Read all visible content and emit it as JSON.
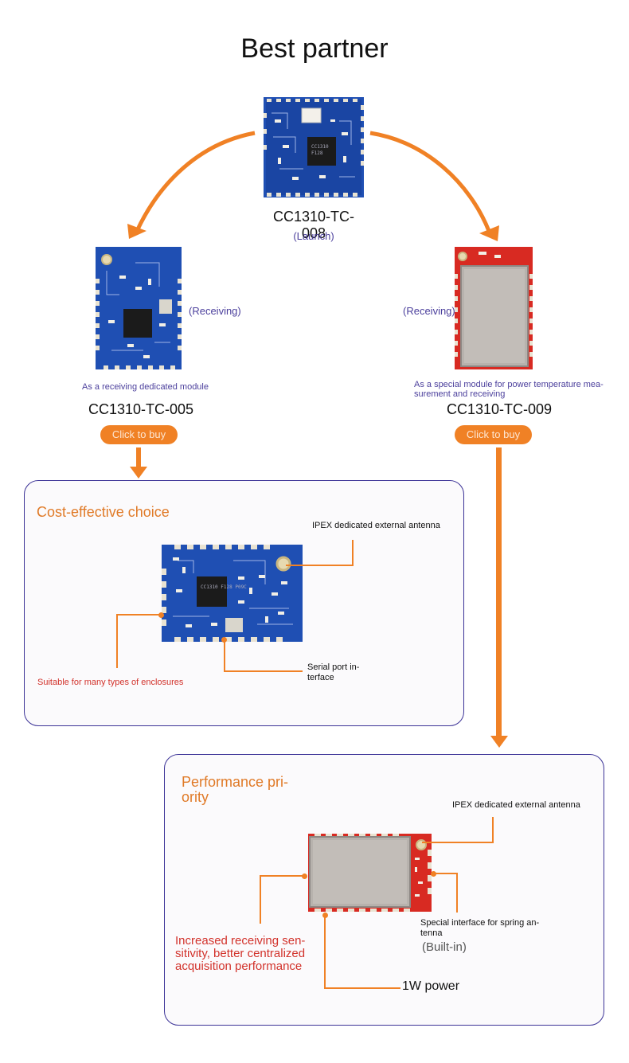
{
  "header": {
    "title": "Best partner"
  },
  "launch_module": {
    "part_number": "CC1310-TC-008",
    "role": "(Launch)"
  },
  "left_module": {
    "role": "(Receiving)",
    "description": "As a receiving dedicated module",
    "part_number": "CC1310-TC-005",
    "buy_label": "Click to buy"
  },
  "right_module": {
    "role": "(Receiving)",
    "description_line1": "As a special module for power temperature mea-",
    "description_line2": "surement and receiving",
    "part_number": "CC1310-TC-009",
    "buy_label": "Click to buy"
  },
  "cost_panel": {
    "title": "Cost-effective choice",
    "antenna_label": "IPEX dedicated external antenna",
    "serial_label_line1": "Serial port in-",
    "serial_label_line2": "terface",
    "enclosure_label": "Suitable for many types of enclosures",
    "chip_text": "CC1310 F128 P09C"
  },
  "performance_panel": {
    "title_line1": "Performance pri-",
    "title_line2": "ority",
    "antenna_label": "IPEX dedicated external antenna",
    "spring_label_line1": "Special interface for spring an-",
    "spring_label_line2": "tenna",
    "builtin_label": "(Built-in)",
    "sensitivity_line1": "Increased receiving sen-",
    "sensitivity_line2": "sitivity, better centralized",
    "sensitivity_line3": "acquisition performance",
    "power_label": "1W power"
  },
  "colors": {
    "accent_orange": "#f08125",
    "panel_border": "#3c3397",
    "pcb_blue": "#1f4fb3",
    "pcb_red": "#d82a22",
    "label_purple": "#4b3f9c",
    "label_red": "#d2322b"
  }
}
